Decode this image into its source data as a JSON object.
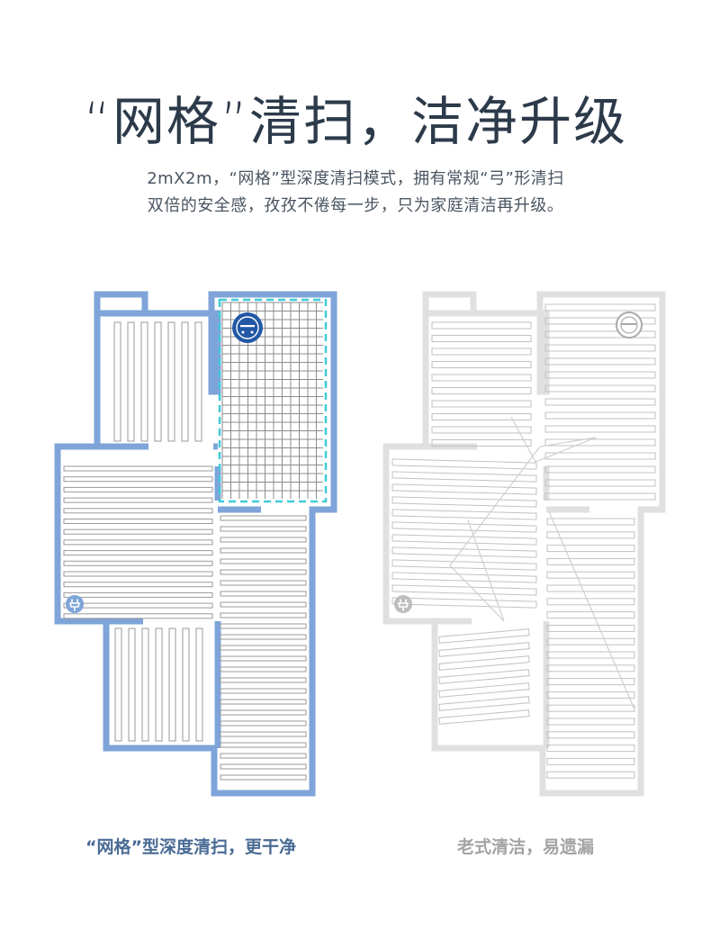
{
  "header": {
    "title": "“网格”清扫，洁净升级",
    "desc_line1": "2mX2m，“网格”型深度清扫模式，拥有常规“弓”形清扫",
    "desc_line2": "双倍的安全感，孜孜不倦每一步，只为家庭清洁再升级。"
  },
  "plans": {
    "left": {
      "caption": "“网格”型深度清扫，更干净",
      "wall_color": "#7ea4d9",
      "stroke_color": "#9a9a9a",
      "grid_color": "#40cbd8",
      "robot_color": "#2258a5"
    },
    "right": {
      "caption": "老式清洁，易遗漏",
      "wall_color": "#e0e0e0",
      "stroke_color": "#c2c2c2",
      "robot_color": "#aaaaaa"
    }
  }
}
